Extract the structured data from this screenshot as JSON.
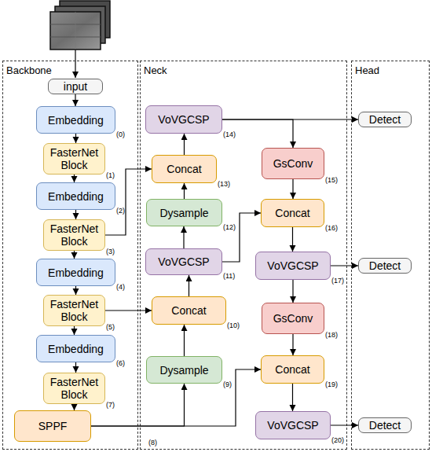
{
  "diagram": {
    "nodes": [
      {
        "text": [
          "Backbone"
        ]
      },
      {
        "text": [
          "input"
        ],
        "in": 0
      },
      {
        "text": [
          "Embedding",
          "(0)"
        ],
        "in": 0
      },
      {
        "text": [
          "FasterNet Block",
          "(1)"
        ],
        "in": 0
      },
      {
        "text": [
          "Embedding",
          "(2)"
        ],
        "in": 0
      },
      {
        "text": [
          "FasterNet Block",
          "(3)"
        ],
        "in": 0
      },
      {
        "text": [
          "Embedding",
          "(4)"
        ],
        "in": 0
      },
      {
        "text": [
          "FasterNet Block",
          "(5)"
        ],
        "in": 0
      },
      {
        "text": [
          "Embedding",
          "(6)"
        ],
        "in": 0
      },
      {
        "text": [
          "FasterNet Block",
          "(7)"
        ],
        "in": 0
      },
      {
        "text": [
          "SPPF",
          "(8)"
        ],
        "in": 0
      },
      {
        "text": [
          "Neck"
        ]
      },
      {
        "text": [
          "VoVGCSP",
          "(14)"
        ],
        "in": 11
      },
      {
        "text": [
          "Concat",
          "(13)"
        ],
        "in": 11
      },
      {
        "text": [
          "Dysample",
          "(12)"
        ],
        "in": 11
      },
      {
        "text": [
          "VoVGCSP",
          "(11)"
        ],
        "in": 11
      },
      {
        "text": [
          "Concat",
          "(10)"
        ],
        "in": 11
      },
      {
        "text": [
          "Dysample",
          "(9)"
        ],
        "in": 11
      },
      {
        "text": [
          "GsConv",
          "(15)"
        ],
        "in": 11
      },
      {
        "text": [
          "Concat",
          "(16)"
        ],
        "in": 11
      },
      {
        "text": [
          "VoVGCSP",
          "(17)"
        ],
        "in": 11
      },
      {
        "text": [
          "GsConv",
          "(18)"
        ],
        "in": 11
      },
      {
        "text": [
          "Concat",
          "(19)"
        ],
        "in": 11
      },
      {
        "text": [
          "VoVGCSP",
          "(20)"
        ],
        "in": 11
      },
      {
        "text": [
          "Head"
        ]
      },
      {
        "text": [
          "Detect"
        ],
        "in": 24
      },
      {
        "text": [
          "Detect"
        ],
        "in": 24
      },
      {
        "text": [
          "Detect"
        ],
        "in": 24
      }
    ],
    "edges": [
      {
        "from": 1,
        "to": 2,
        "arrow": "to"
      },
      {
        "from": 2,
        "to": 3,
        "arrow": "to"
      },
      {
        "from": 3,
        "to": 4,
        "arrow": "to"
      },
      {
        "from": 4,
        "to": 5,
        "arrow": "to"
      },
      {
        "from": 5,
        "to": 6,
        "arrow": "to"
      },
      {
        "from": 6,
        "to": 7,
        "arrow": "to"
      },
      {
        "from": 7,
        "to": 8,
        "arrow": "to"
      },
      {
        "from": 8,
        "to": 9,
        "arrow": "to"
      },
      {
        "from": 9,
        "to": 10,
        "arrow": "to"
      },
      {
        "from": 10,
        "to": 17,
        "arrow": "to"
      },
      {
        "from": 10,
        "to": 22,
        "arrow": "to"
      },
      {
        "from": 17,
        "to": 16,
        "arrow": "to"
      },
      {
        "from": 7,
        "to": 16,
        "arrow": "to"
      },
      {
        "from": 16,
        "to": 15,
        "arrow": "to"
      },
      {
        "from": 15,
        "to": 14,
        "arrow": "to"
      },
      {
        "from": 15,
        "to": 19,
        "arrow": "to"
      },
      {
        "from": 14,
        "to": 13,
        "arrow": "to"
      },
      {
        "from": 5,
        "to": 13,
        "arrow": "to"
      },
      {
        "from": 13,
        "to": 12,
        "arrow": "to"
      },
      {
        "from": 12,
        "to": 25,
        "arrow": "to"
      },
      {
        "from": 12,
        "to": 18,
        "arrow": "to"
      },
      {
        "from": 18,
        "to": 19,
        "arrow": "to"
      },
      {
        "from": 19,
        "to": 20,
        "arrow": "to"
      },
      {
        "from": 20,
        "to": 26,
        "arrow": "to"
      },
      {
        "from": 20,
        "to": 21,
        "arrow": "to"
      },
      {
        "from": 21,
        "to": 22,
        "arrow": "to"
      },
      {
        "from": 22,
        "to": 23,
        "arrow": "to"
      },
      {
        "from": 23,
        "to": 27,
        "arrow": "to"
      }
    ]
  }
}
